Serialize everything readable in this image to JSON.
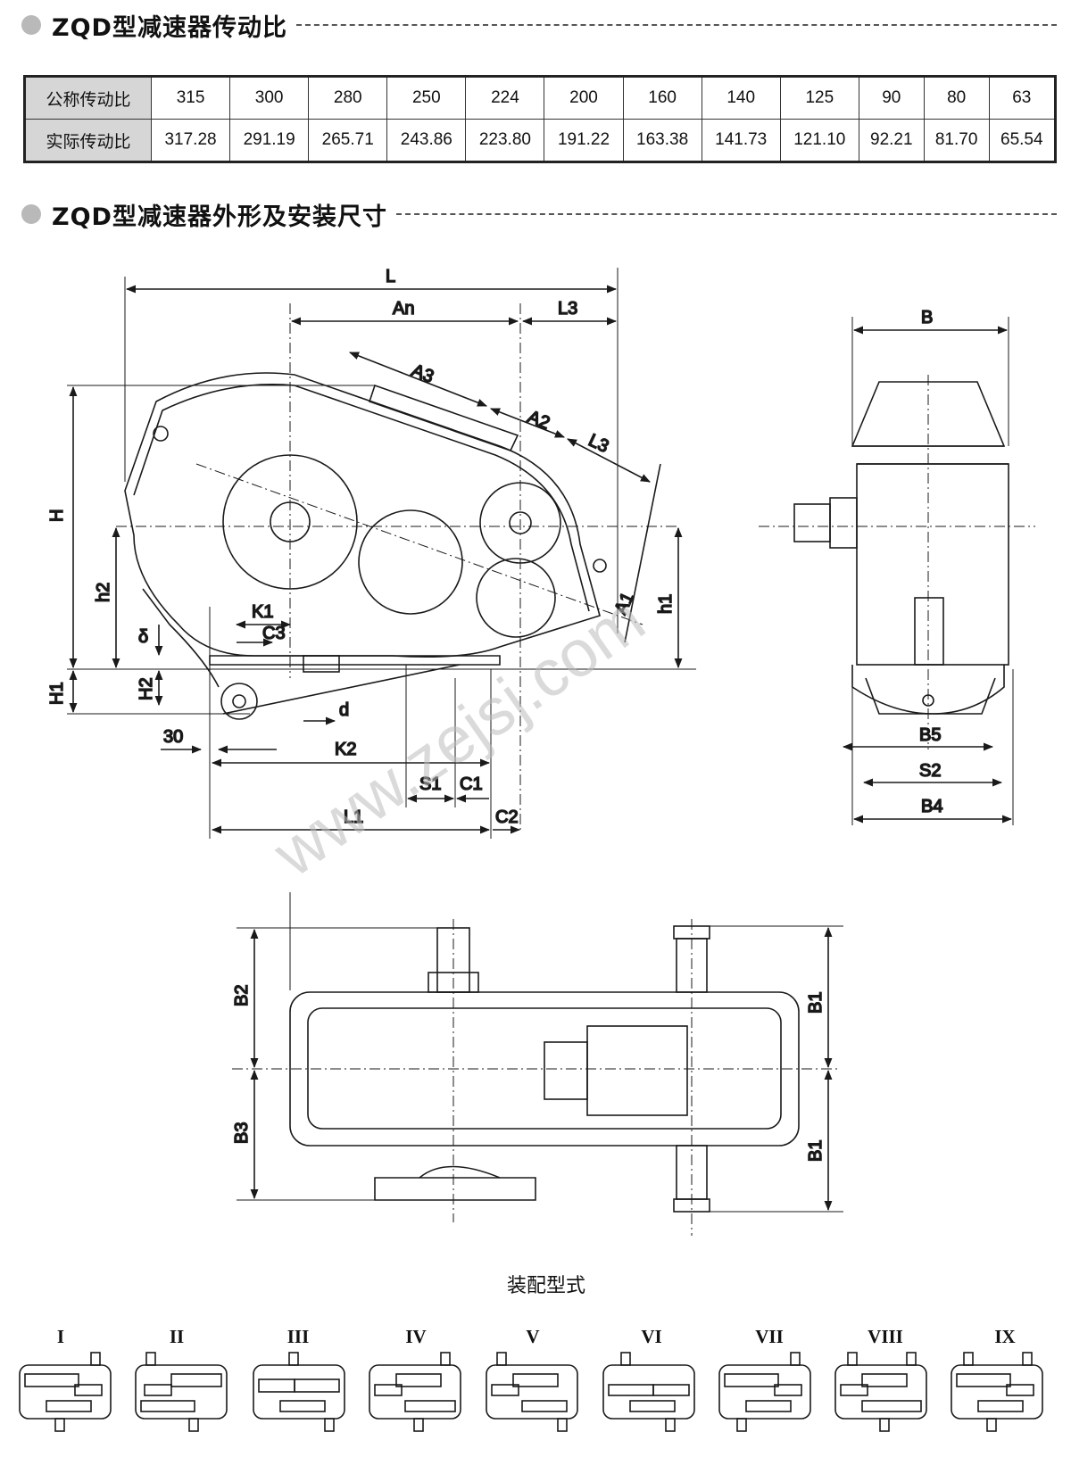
{
  "section1": {
    "title": "ZQD型减速器传动比"
  },
  "section2": {
    "title": "ZQD型减速器外形及安装尺寸"
  },
  "ratio_table": {
    "row1_label": "公称传动比",
    "row2_label": "实际传动比",
    "nominal": [
      "315",
      "300",
      "280",
      "250",
      "224",
      "200",
      "160",
      "140",
      "125",
      "90",
      "80",
      "63"
    ],
    "actual": [
      "317.28",
      "291.19",
      "265.71",
      "243.86",
      "223.80",
      "191.22",
      "163.38",
      "141.73",
      "121.10",
      "92.21",
      "81.70",
      "65.54"
    ]
  },
  "dims_side": {
    "L": "L",
    "An": "An",
    "L3": "L3",
    "A3": "A3",
    "A2": "A2",
    "L3b": "L3",
    "H": "H",
    "h2": "h2",
    "K1": "K1",
    "C3": "C3",
    "delta": "δ",
    "H1": "H1",
    "H2": "H2",
    "d": "d",
    "K2": "K2",
    "w30": "30",
    "S1": "S1",
    "C1": "C1",
    "L1": "L1",
    "C2": "C2",
    "A1": "A1",
    "h1": "h1"
  },
  "dims_end": {
    "B": "B",
    "B5": "B5",
    "S2": "S2",
    "B4": "B4"
  },
  "dims_top": {
    "B2": "B2",
    "B3": "B3",
    "B1a": "B1",
    "B1b": "B1"
  },
  "assembly": {
    "caption": "装配型式",
    "types": [
      "I",
      "II",
      "III",
      "IV",
      "V",
      "VI",
      "VII",
      "VIII",
      "IX"
    ]
  },
  "watermark": "www.zejsj.com",
  "colors": {
    "header_dot": "#b9b9b9",
    "label_bg": "#d6d6d6",
    "line": "#1a1a1a"
  }
}
